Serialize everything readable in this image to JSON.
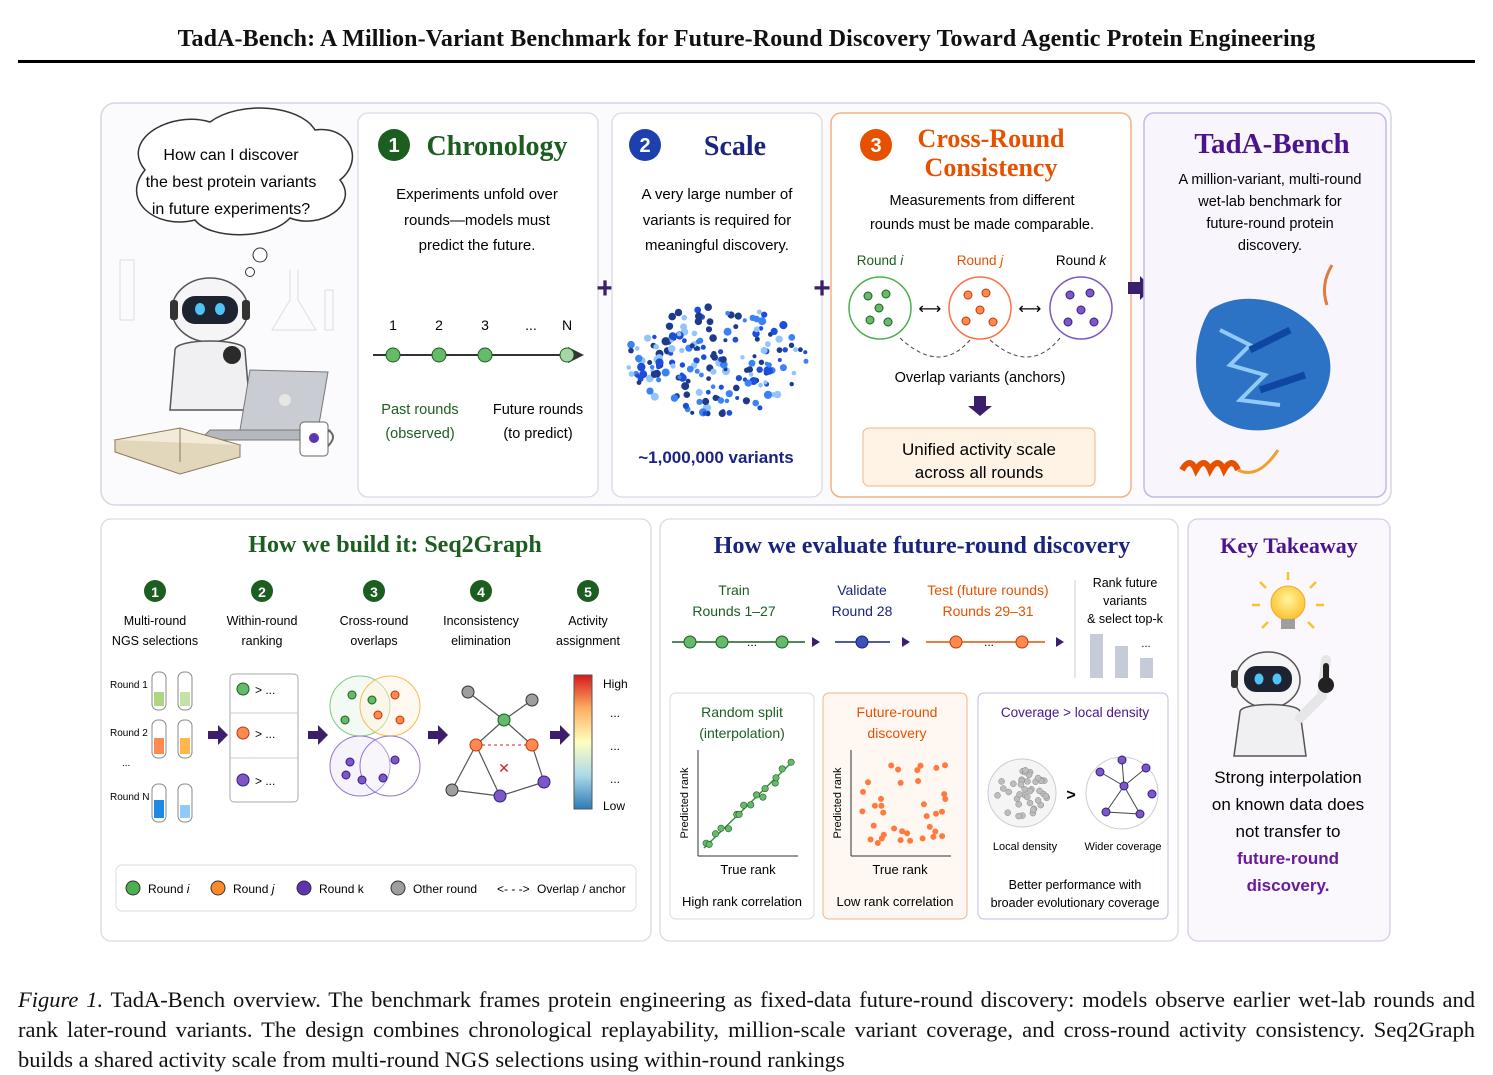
{
  "running_head": "TadA-Bench: A Million-Variant Benchmark for Future-Round Discovery Toward Agentic Protein Engineering",
  "colors": {
    "green": "#1b5e20",
    "blue": "#1a237e",
    "orange": "#e65100",
    "purple": "#4a148c",
    "gray_border": "#c9c9d6"
  },
  "hero": {
    "thought": [
      "How can I discover",
      "the best protein variants",
      "in future experiments?"
    ],
    "icons": [
      "robot-icon",
      "laptop-icon",
      "book-icon",
      "mug-icon",
      "lab-glassware-icon"
    ]
  },
  "chronology": {
    "num": "1",
    "title": "Chronology",
    "desc": [
      "Experiments unfold over",
      "rounds—models must",
      "predict the future."
    ],
    "ticks": [
      "1",
      "2",
      "3",
      "...",
      "N"
    ],
    "past": [
      "Past rounds",
      "(observed)"
    ],
    "future": [
      "Future rounds",
      "(to predict)"
    ]
  },
  "scale": {
    "num": "2",
    "title": "Scale",
    "desc": [
      "A very large number of",
      "variants is required for",
      "meaningful discovery."
    ],
    "count": "~1,000,000 variants"
  },
  "consistency": {
    "num": "3",
    "title": [
      "Cross-Round",
      "Consistency"
    ],
    "desc": [
      "Measurements from different",
      "rounds must be made comparable."
    ],
    "round_i": "Round ",
    "i": "i",
    "round_j": "Round ",
    "j": "j",
    "round_k": "Round ",
    "k": "k",
    "overlap": "Overlap variants (anchors)",
    "unified": [
      "Unified activity scale",
      "across all rounds"
    ]
  },
  "tada": {
    "title": "TadA-Bench",
    "desc": [
      "A million-variant, multi-round",
      "wet-lab benchmark for",
      "future-round protein",
      "discovery."
    ],
    "icon": "protein-structure-icon"
  },
  "seq2graph": {
    "title": "How we build it:  Seq2Graph",
    "steps": [
      {
        "num": "1",
        "label": [
          "Multi-round",
          "NGS selections"
        ]
      },
      {
        "num": "2",
        "label": [
          "Within-round",
          "ranking"
        ]
      },
      {
        "num": "3",
        "label": [
          "Cross-round",
          "overlaps"
        ]
      },
      {
        "num": "4",
        "label": [
          "Inconsistency",
          "elimination"
        ]
      },
      {
        "num": "5",
        "label": [
          "Activity",
          "assignment"
        ]
      }
    ],
    "tube_rounds": [
      "Round 1",
      "Round 2",
      "...",
      "Round N"
    ],
    "rank_item": "> ...",
    "colorbar": {
      "high": "High",
      "low": "Low",
      "dots": "..."
    },
    "legend": [
      {
        "label": "Round ",
        "var": "i",
        "color": "#4caf50"
      },
      {
        "label": "Round ",
        "var": "j",
        "color": "#ff8a2a"
      },
      {
        "label": "Round k",
        "var": "",
        "color": "#5e35b1"
      },
      {
        "label": "Other round",
        "var": "",
        "color": "#9e9e9e"
      }
    ],
    "legend_anchor": "Overlap / anchor"
  },
  "evaluate": {
    "title": "How we evaluate future-round discovery",
    "train": [
      "Train",
      "Rounds 1–27"
    ],
    "validate": [
      "Validate",
      "Round 28"
    ],
    "test": [
      "Test (future rounds)",
      "Rounds 29–31"
    ],
    "rank": [
      "Rank future",
      "variants",
      "& select top-k"
    ],
    "bars_ellipsis": "...",
    "random": {
      "title": [
        "Random split",
        "(interpolation)"
      ],
      "ylabel": "Predicted rank",
      "xlabel": "True rank",
      "caption": "High rank correlation"
    },
    "future": {
      "title": [
        "Future-round",
        "discovery"
      ],
      "ylabel": "Predicted rank",
      "xlabel": "True rank",
      "caption": "Low rank correlation"
    },
    "coverage": {
      "title": "Coverage > local density",
      "gt": ">",
      "local": "Local density",
      "wider": "Wider coverage",
      "caption": [
        "Better performance with",
        "broader evolutionary coverage"
      ]
    }
  },
  "takeaway": {
    "title": "Key Takeaway",
    "text": [
      "Strong interpolation",
      "on known data does",
      "not transfer to"
    ],
    "highlight": [
      "future-round",
      "discovery."
    ]
  },
  "caption": {
    "label": "Figure 1.",
    "text": " TadA-Bench overview. The benchmark frames protein engineering as fixed-data future-round discovery: models observe earlier wet-lab rounds and rank later-round variants. The design combines chronological replayability, million-scale variant coverage, and cross-round activity consistency. Seq2Graph builds a shared activity scale from multi-round NGS selections using within-round rankings"
  }
}
